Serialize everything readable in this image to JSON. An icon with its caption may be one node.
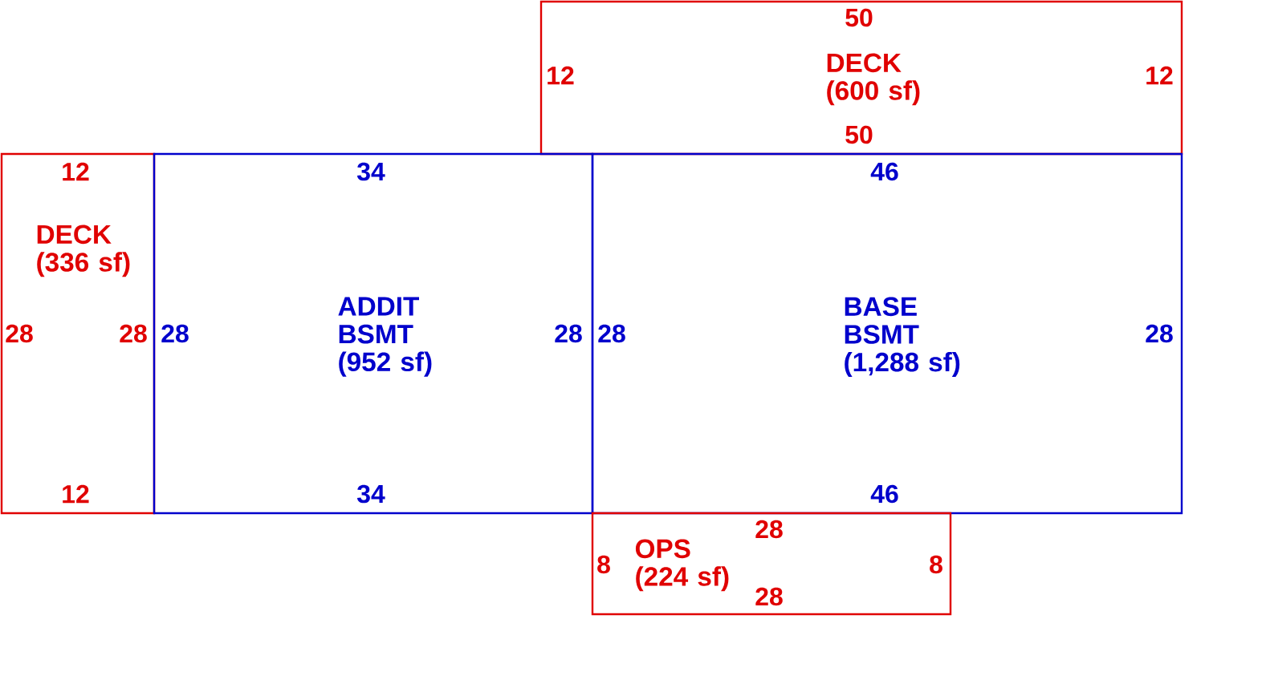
{
  "diagram": {
    "nodes": [
      {
        "text": [
          "DECK (600 sf)",
          "50",
          "12",
          "12",
          "50"
        ]
      },
      {
        "text": [
          "DECK (336 sf)",
          "12",
          "28",
          "28",
          "12"
        ]
      },
      {
        "text": [
          "ADDIT BSMT (952 sf)",
          "34",
          "28",
          "28",
          "34"
        ]
      },
      {
        "text": [
          "BASE BSMT (1,288 sf)",
          "46",
          "28",
          "28",
          "46"
        ]
      },
      {
        "text": [
          "OPS (224 sf)",
          "28",
          "8",
          "8",
          "28"
        ]
      }
    ]
  }
}
